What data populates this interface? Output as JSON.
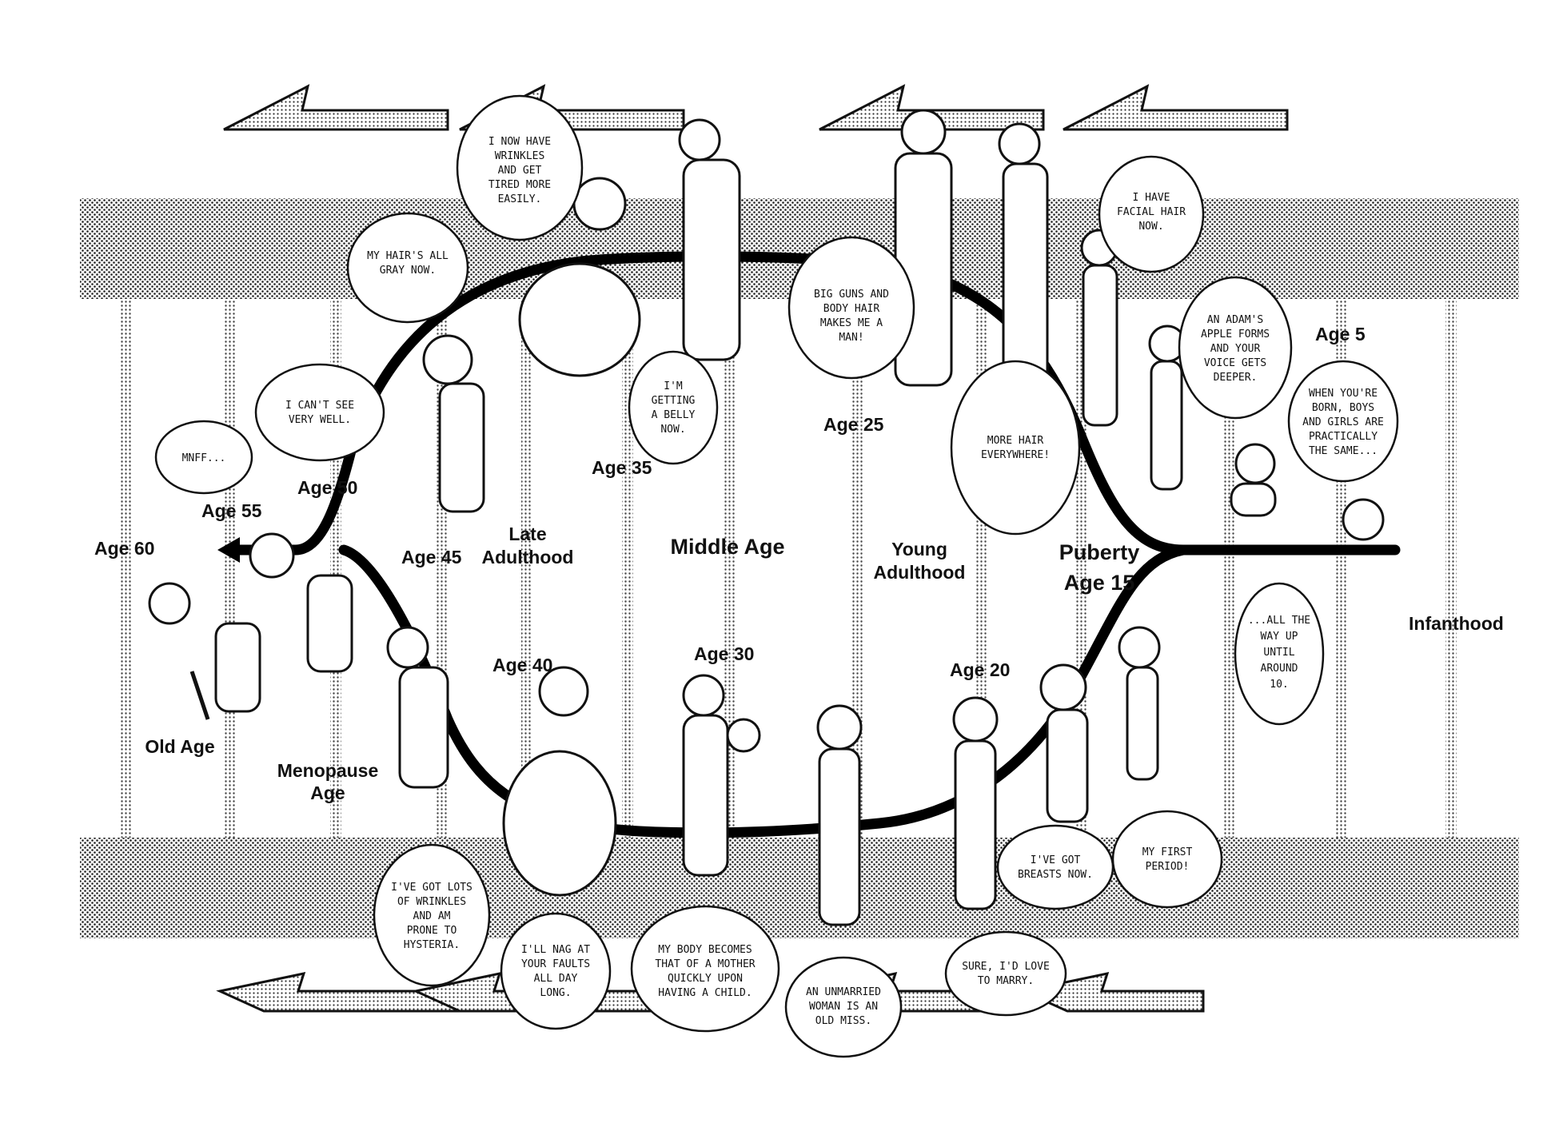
{
  "stages": {
    "infanthood": "Infanthood",
    "puberty": "Puberty",
    "puberty_age": "Age 15",
    "young_adulthood_1": "Young",
    "young_adulthood_2": "Adulthood",
    "middle_age": "Middle Age",
    "late_adulthood_1": "Late",
    "late_adulthood_2": "Adulthood",
    "menopause_1": "Menopause",
    "menopause_2": "Age",
    "old_age": "Old Age"
  },
  "ages": {
    "age5": "Age 5",
    "age20": "Age 20",
    "age25": "Age 25",
    "age30": "Age 30",
    "age35": "Age 35",
    "age40": "Age 40",
    "age45": "Age 45",
    "age50": "Age 50",
    "age55": "Age 55",
    "age60": "Age 60"
  },
  "bubbles": {
    "born": [
      "WHEN YOU'RE",
      "BORN, BOYS",
      "AND GIRLS ARE",
      "PRACTICALLY",
      "THE SAME..."
    ],
    "upuntil": [
      "...ALL THE",
      "WAY UP",
      "UNTIL",
      "AROUND",
      "10."
    ],
    "adams": [
      "AN ADAM'S",
      "APPLE FORMS",
      "AND YOUR",
      "VOICE GETS",
      "DEEPER."
    ],
    "facial": [
      "I HAVE",
      "FACIAL HAIR",
      "NOW."
    ],
    "morehair": [
      "MORE HAIR",
      "EVERYWHERE!"
    ],
    "guns": [
      "BIG GUNS AND",
      "BODY HAIR",
      "MAKES ME A",
      "MAN!"
    ],
    "belly": [
      "I'M",
      "GETTING",
      "A BELLY",
      "NOW."
    ],
    "wrinkles": [
      "I NOW HAVE",
      "WRINKLES",
      "AND GET",
      "TIRED MORE",
      "EASILY."
    ],
    "gray": [
      "MY HAIR'S ALL",
      "GRAY NOW."
    ],
    "cantsee": [
      "I CAN'T SEE",
      "VERY WELL."
    ],
    "mnff": [
      "MNFF..."
    ],
    "period": [
      "MY FIRST",
      "PERIOD!"
    ],
    "breasts": [
      "I'VE GOT",
      "BREASTS NOW."
    ],
    "marry": [
      "SURE, I'D LOVE",
      "TO MARRY."
    ],
    "oldmiss": [
      "AN UNMARRIED",
      "WOMAN IS AN",
      "OLD MISS."
    ],
    "mother": [
      "MY BODY BECOMES",
      "THAT OF A MOTHER",
      "QUICKLY UPON",
      "HAVING A CHILD."
    ],
    "nag": [
      "I'LL NAG AT",
      "YOUR FAULTS",
      "ALL DAY",
      "LONG."
    ],
    "hysteria": [
      "I'VE GOT LOTS",
      "OF WRINKLES",
      "AND AM",
      "PRONE TO",
      "HYSTERIA."
    ]
  }
}
